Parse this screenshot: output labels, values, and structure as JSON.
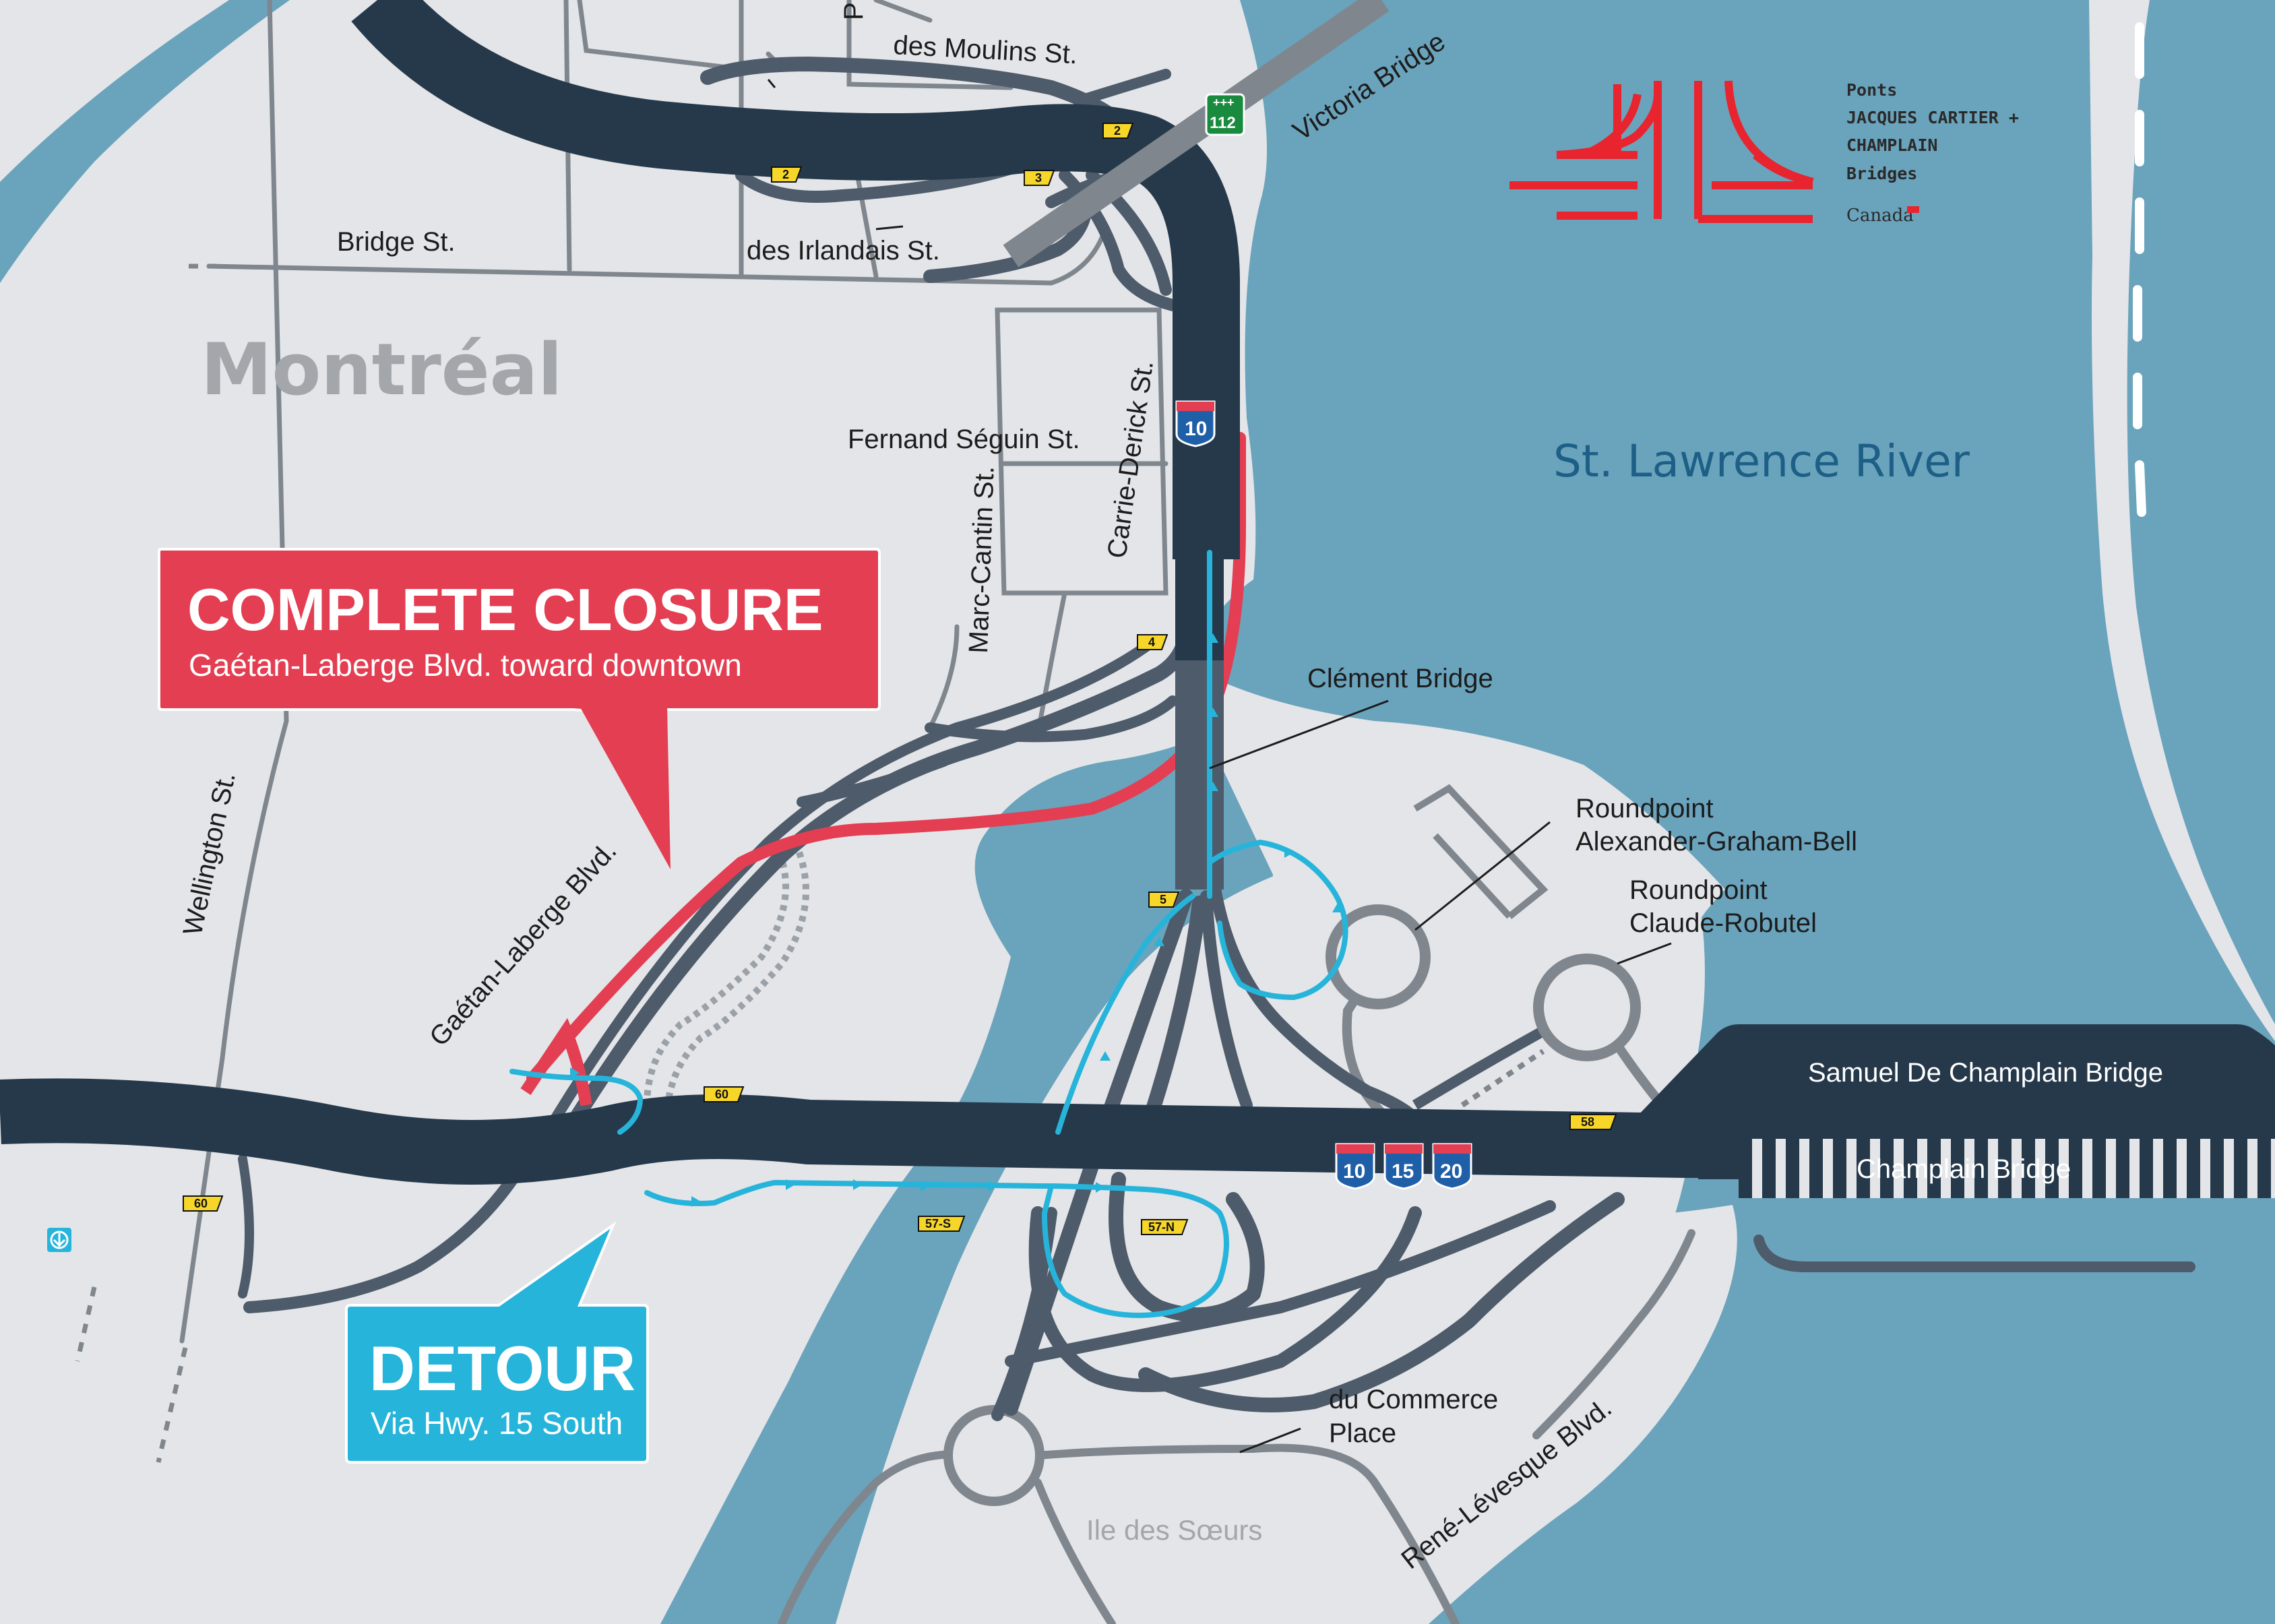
{
  "colors": {
    "land": "#e3e5e8",
    "water": "#6aa3bc",
    "highway": "#26394b",
    "ramp": "#4d5b6a",
    "local_road": "#7f868d",
    "closure": "#e33e52",
    "detour": "#27b4da",
    "logo_red": "#e8242e"
  },
  "places": {
    "city": "Montréal",
    "river": "St. Lawrence River",
    "island": "Ile des Sœurs"
  },
  "streets": {
    "des_moulins": "des Moulins St.",
    "bridge": "Bridge St.",
    "des_irlandais": "des Irlandais St.",
    "fernand_seguin": "Fernand Séguin St.",
    "carrie_derick": "Carrie-Derick St.",
    "marc_cantin": "Marc-Cantin St.",
    "wellington": "Wellington St.",
    "gaetan_laberge": "Gaétan-Laberge Blvd.",
    "du_commerce": "du Commerce",
    "du_commerce_2": "Place",
    "rene_levesque": "René-Lévesque Blvd.",
    "top_cut": "P"
  },
  "bridges": {
    "victoria": "Victoria Bridge",
    "clement": "Clément Bridge",
    "samuel_de_champlain": "Samuel De Champlain Bridge",
    "champlain": "Champlain Bridge"
  },
  "roundpoints": {
    "agb_1": "Roundpoint",
    "agb_2": "Alexander-Graham-Bell",
    "cr_1": "Roundpoint",
    "cr_2": "Claude-Robutel"
  },
  "exits": {
    "e2a": "2",
    "e2b": "2",
    "e3": "3",
    "e4": "4",
    "e5": "5",
    "e60a": "60",
    "e60b": "60",
    "e57s": "57-S",
    "e57n": "57-N",
    "e58": "58"
  },
  "highways": {
    "a10_top": "10",
    "a10": "10",
    "a15": "15",
    "a20": "20",
    "r112": "112",
    "r112_top": "+++"
  },
  "closure": {
    "title": "COMPLETE CLOSURE",
    "subtitle": "Gaétan-Laberge Blvd. toward downtown"
  },
  "detour": {
    "title": "DETOUR",
    "subtitle": "Via Hwy. 15 South"
  },
  "logo": {
    "line1": "Ponts",
    "line2": "JACQUES CARTIER +",
    "line3": "CHAMPLAIN",
    "line4": "Bridges",
    "canada": "Canada"
  },
  "icons": {
    "metro": "metro-icon"
  }
}
